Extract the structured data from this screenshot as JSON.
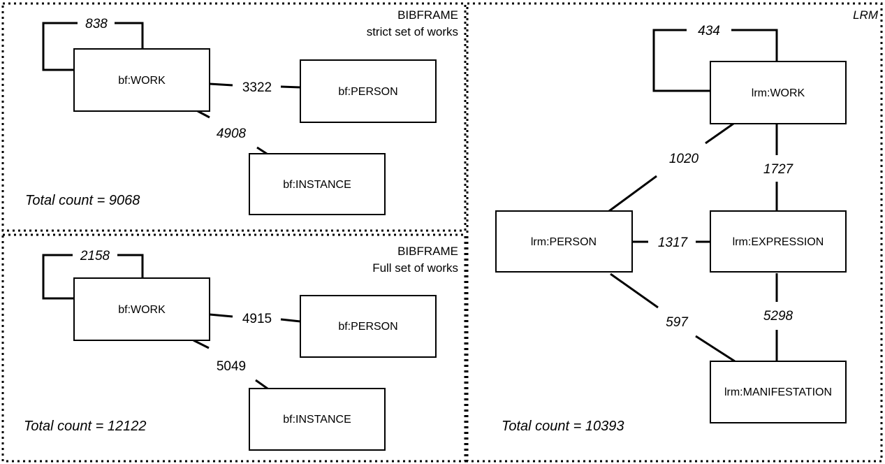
{
  "panels": {
    "bf_strict": {
      "title_line1": "BIBFRAME",
      "title_line2": "strict set of works",
      "total": "Total count = 9068",
      "nodes": {
        "work": "bf:WORK",
        "person": "bf:PERSON",
        "instance": "bf:INSTANCE"
      },
      "edges": {
        "self_loop": "838",
        "work_person": "3322",
        "work_instance": "4908"
      }
    },
    "bf_full": {
      "title_line1": "BIBFRAME",
      "title_line2": "Full set of works",
      "total": "Total count = 12122",
      "nodes": {
        "work": "bf:WORK",
        "person": "bf:PERSON",
        "instance": "bf:INSTANCE"
      },
      "edges": {
        "self_loop": "2158",
        "work_person": "4915",
        "work_instance": "5049"
      }
    },
    "lrm": {
      "title": "LRM",
      "total": "Total count = 10393",
      "nodes": {
        "work": "lrm:WORK",
        "person": "lrm:PERSON",
        "expression": "lrm:EXPRESSION",
        "manifestation": "lrm:MANIFESTATION"
      },
      "edges": {
        "self_loop": "434",
        "work_person": "1020",
        "work_expression": "1727",
        "person_expression": "1317",
        "person_manifestation": "597",
        "expression_manifestation": "5298"
      }
    }
  }
}
